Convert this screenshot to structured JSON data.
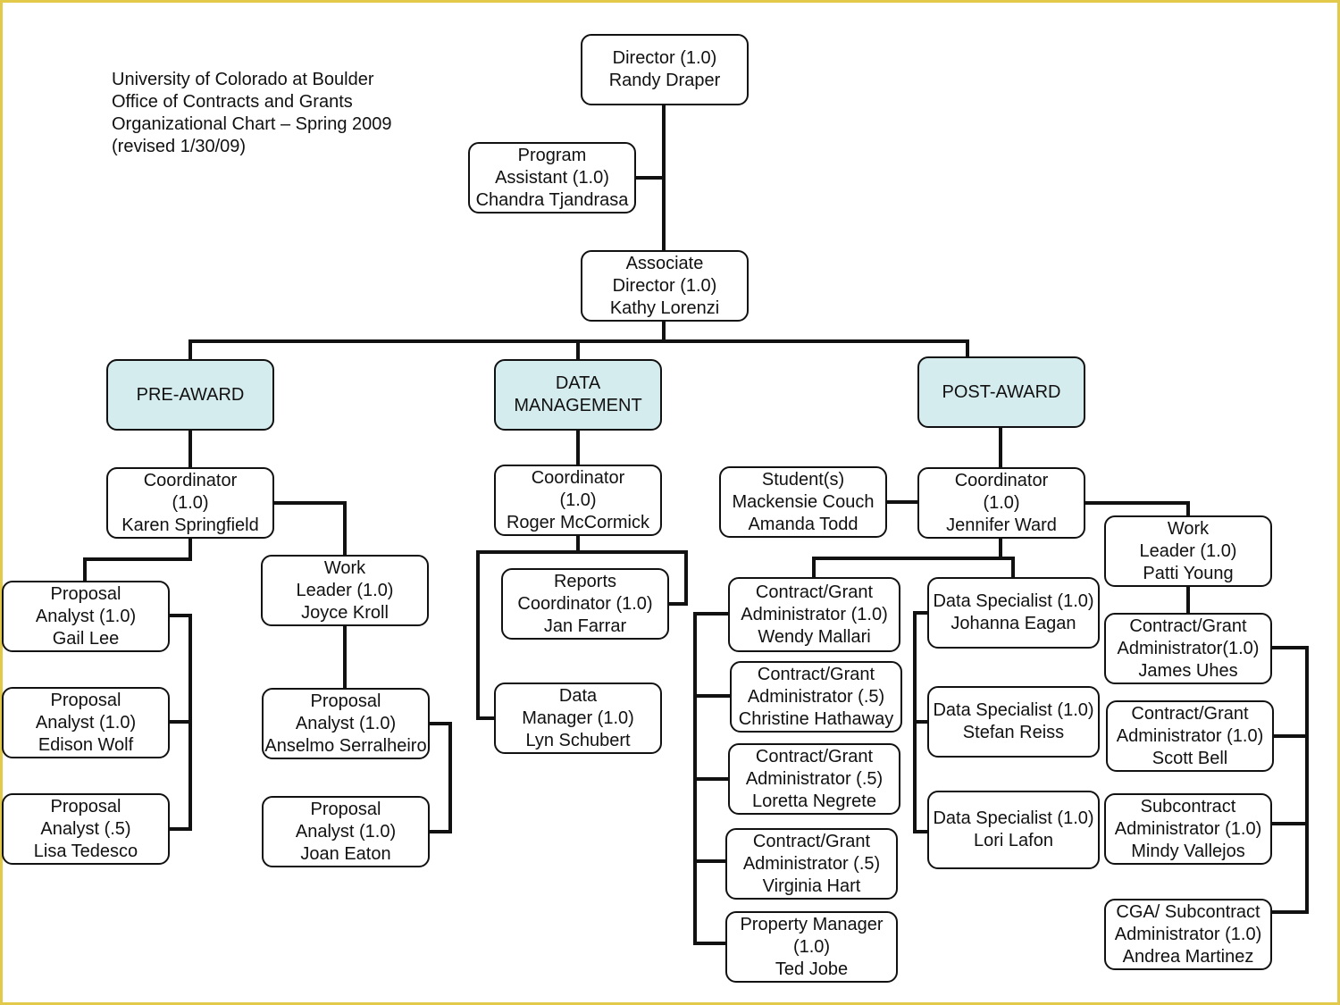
{
  "header": {
    "lines": [
      "University of Colorado at Boulder",
      "Office of Contracts and Grants",
      "Organizational Chart – Spring 2009",
      "(revised 1/30/09)"
    ]
  },
  "nodes": {
    "director": [
      "Director (1.0)",
      "Randy Draper"
    ],
    "program_assistant": [
      "Program",
      "Assistant (1.0)",
      "Chandra Tjandrasa"
    ],
    "associate_director": [
      "Associate",
      "Director (1.0)",
      "Kathy Lorenzi"
    ],
    "pre_award": [
      "PRE-AWARD"
    ],
    "data_management": [
      "DATA",
      "MANAGEMENT"
    ],
    "post_award": [
      "POST-AWARD"
    ],
    "pre_coordinator": [
      "Coordinator",
      "(1.0)",
      "Karen Springfield"
    ],
    "pre_work_leader": [
      "Work",
      "Leader (1.0)",
      "Joyce Kroll"
    ],
    "analyst_gail": [
      "Proposal",
      "Analyst (1.0)",
      "Gail Lee"
    ],
    "analyst_edison": [
      "Proposal",
      "Analyst (1.0)",
      "Edison Wolf"
    ],
    "analyst_lisa": [
      "Proposal",
      "Analyst (.5)",
      "Lisa Tedesco"
    ],
    "analyst_anselmo": [
      "Proposal",
      "Analyst (1.0)",
      "Anselmo Serralheiro"
    ],
    "analyst_joan": [
      "Proposal",
      "Analyst (1.0)",
      "Joan Eaton"
    ],
    "dm_coordinator": [
      "Coordinator",
      "(1.0)",
      "Roger McCormick"
    ],
    "reports_coordinator": [
      "Reports",
      "Coordinator (1.0)",
      "Jan Farrar"
    ],
    "data_manager": [
      "Data",
      "Manager (1.0)",
      "Lyn Schubert"
    ],
    "students": [
      "Student(s)",
      "Mackensie Couch",
      "Amanda Todd"
    ],
    "post_coordinator": [
      "Coordinator",
      "(1.0)",
      "Jennifer Ward"
    ],
    "post_work_leader": [
      "Work",
      "Leader (1.0)",
      "Patti Young"
    ],
    "cga_wendy": [
      "Contract/Grant",
      "Administrator (1.0)",
      "Wendy Mallari"
    ],
    "cga_christine": [
      "Contract/Grant",
      "Administrator (.5)",
      "Christine Hathaway"
    ],
    "cga_loretta": [
      "Contract/Grant",
      "Administrator (.5)",
      "Loretta Negrete"
    ],
    "cga_virginia": [
      "Contract/Grant",
      "Administrator (.5)",
      "Virginia Hart"
    ],
    "property_manager": [
      "Property Manager",
      "(1.0)",
      "Ted Jobe"
    ],
    "ds_johanna": [
      "Data Specialist (1.0)",
      "Johanna Eagan"
    ],
    "ds_stefan": [
      "Data  Specialist (1.0)",
      "Stefan Reiss"
    ],
    "ds_lori": [
      "Data Specialist (1.0)",
      "Lori Lafon"
    ],
    "cga_james": [
      "Contract/Grant",
      "Administrator(1.0)",
      "James Uhes"
    ],
    "cga_scott": [
      "Contract/Grant",
      "Administrator (1.0)",
      "Scott Bell"
    ],
    "subcontract_mindy": [
      "Subcontract",
      "Administrator (1.0)",
      "Mindy Vallejos"
    ],
    "cga_andrea": [
      "CGA/ Subcontract",
      "Administrator (1.0)",
      "Andrea Martinez"
    ]
  },
  "colors": {
    "department_fill": "#d5ecef",
    "frame_border": "#e3c94a",
    "line": "#111111"
  }
}
